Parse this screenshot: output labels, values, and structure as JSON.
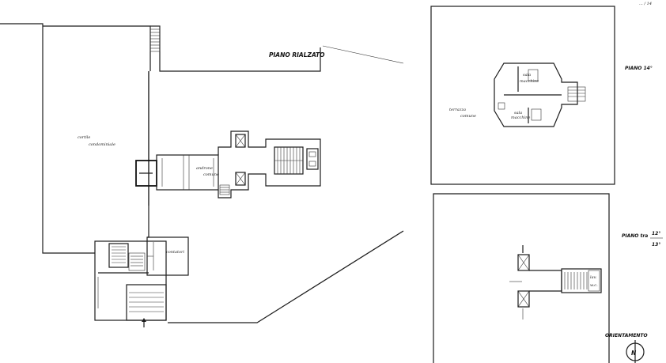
{
  "sheet": {
    "corner_text": "... / 14"
  },
  "main_plan": {
    "floor_label": "PIANO RIALZATO",
    "courtyard_label_1": "cortile",
    "courtyard_label_2": "condominiale",
    "hall_label_1": "androne",
    "hall_label_2": "comune",
    "meters_label": "contatori"
  },
  "plan_14": {
    "floor_label": "PIANO 14°",
    "room_1_label_1": "sala",
    "room_1_label_2": "macchine",
    "room_2_label_1": "sala",
    "room_2_label_2": "macchine",
    "terrace_label_1": "terrazza",
    "terrace_label_2": "comune"
  },
  "plan_12_13": {
    "floor_label_prefix": "PIANO tra",
    "floor_fraction_top": "12°",
    "floor_fraction_bottom": "13°",
    "small_label_1": "lav.",
    "small_label_2": "w.c."
  },
  "orientation": {
    "label": "ORIENTAMENTO",
    "north_letter": "N"
  }
}
